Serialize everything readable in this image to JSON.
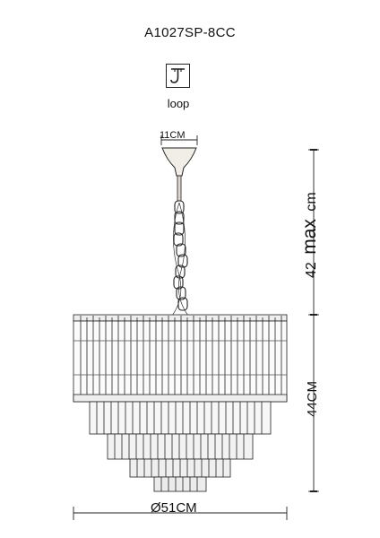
{
  "title": "A1027SP-8CC",
  "mount_icon": {
    "name": "hook-icon",
    "caption": "loop"
  },
  "dimensions": {
    "canopy_width": "11CM",
    "drop_value": "42",
    "drop_max": "max",
    "drop_unit": "cm",
    "body_height": "44CM",
    "diameter": "Ø51CM"
  }
}
